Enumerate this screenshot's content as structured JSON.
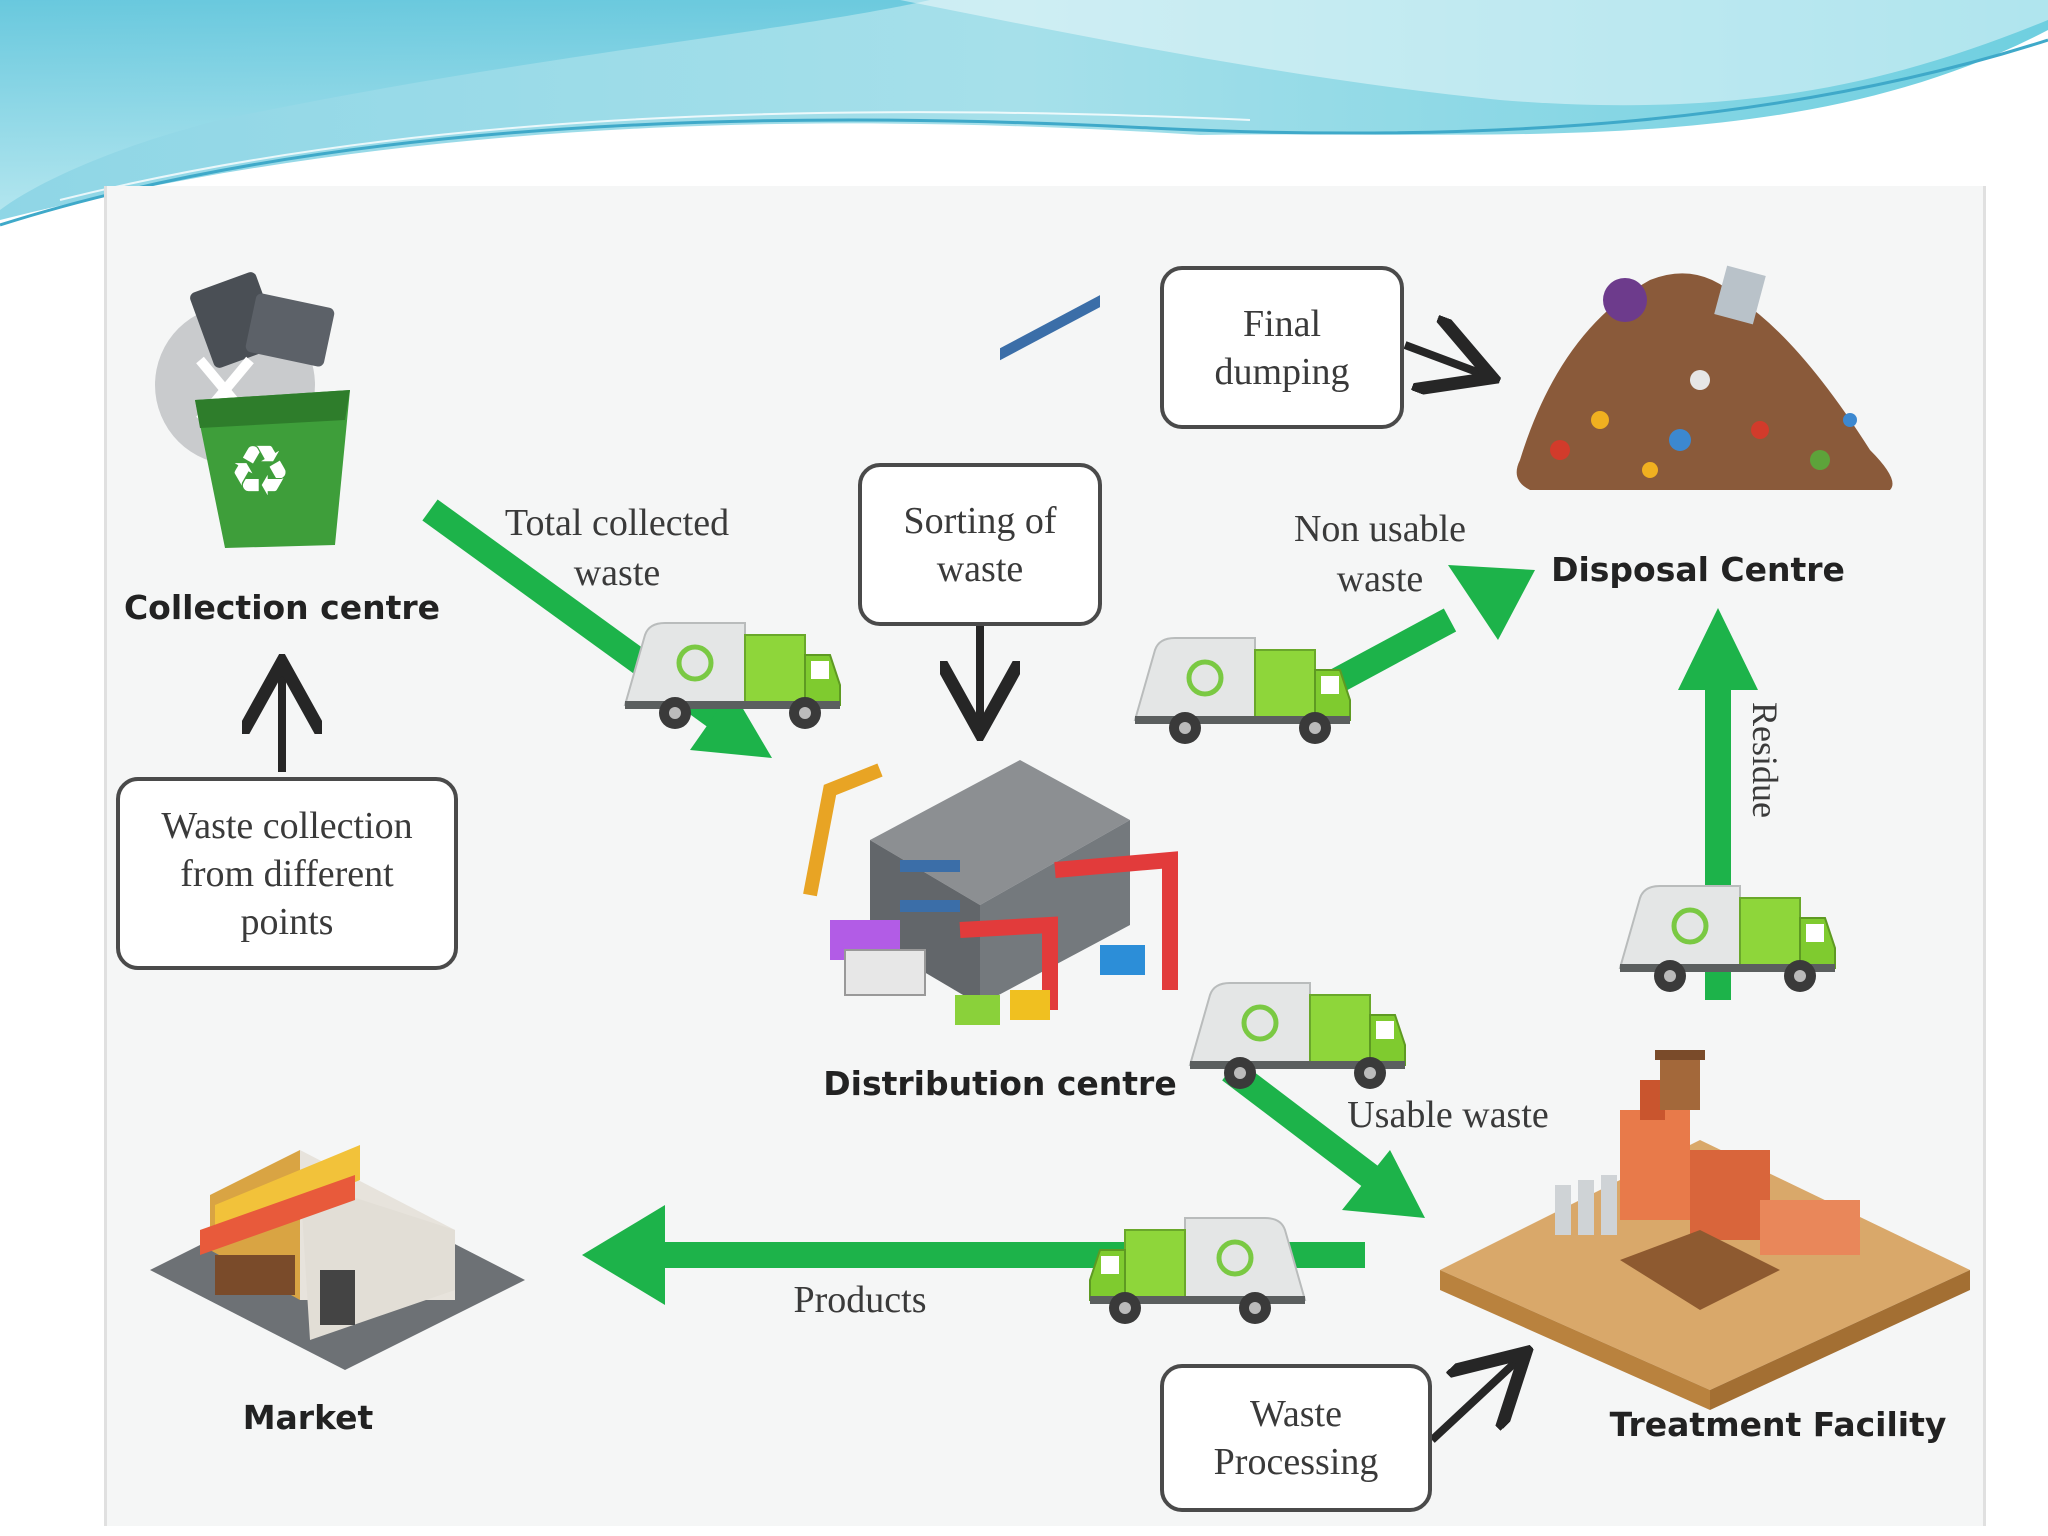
{
  "colors": {
    "arrow_green": "#1db34a",
    "truck_green": "#8ed63a",
    "header_blue": "#7fd4e2",
    "box_border": "#4a4a4a"
  },
  "nodes": {
    "collection": "Collection centre",
    "distribution": "Distribution centre",
    "disposal": "Disposal Centre",
    "treatment": "Treatment Facility",
    "market": "Market"
  },
  "boxes": {
    "waste_collection": "Waste collection\nfrom different\npoints",
    "sorting": "Sorting of\nwaste",
    "final_dumping": "Final\ndumping",
    "waste_processing": "Waste\nProcessing"
  },
  "flows": {
    "total_collected": "Total collected\nwaste",
    "non_usable": "Non usable\nwaste",
    "usable": "Usable waste",
    "products": "Products",
    "residue": "Residue"
  },
  "icons": {
    "recycle_bin": "recycle-bin-icon",
    "truck": "garbage-truck-icon",
    "factory": "factory-icon",
    "landfill": "landfill-icon",
    "shop": "shop-icon",
    "refinery": "refinery-icon"
  }
}
